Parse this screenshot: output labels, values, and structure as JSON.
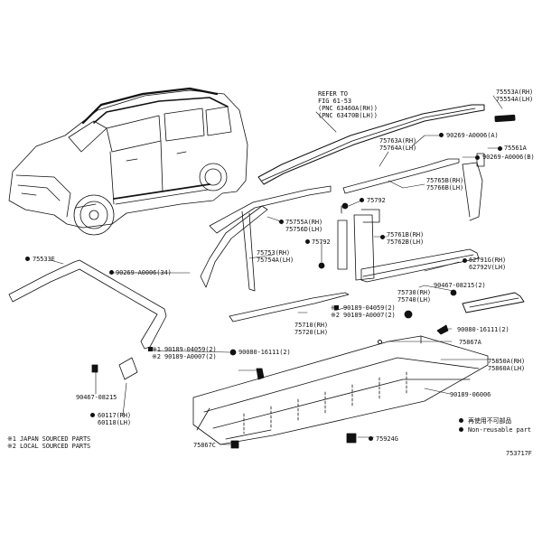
{
  "refer": {
    "line1": "REFER TO",
    "line2": "FIG 61-53",
    "line3": "(PNC 63460A(RH))",
    "line4": "(PNC 63470B(LH))"
  },
  "parts": {
    "p75553a": "75553A(RH)",
    "p75554a": "75554A(LH)",
    "p90269_a0006a": "90269-A0006(A)",
    "p75561a": "75561A",
    "p90269_a0006b": "90269-A0006(B)",
    "p75763a": "75763A(RH)",
    "p75764a": "75764A(LH)",
    "p75765b": "75765B(RH)",
    "p75766b": "75766B(LH)",
    "p75792a": "75792",
    "p75755a": "75755A(RH)",
    "p75756d": "75756D(LH)",
    "p75792b": "75792",
    "p75761b": "75761B(RH)",
    "p75762b": "75762B(LH)",
    "p75753": "75753(RH)",
    "p75754a": "75754A(LH)",
    "p90269_a0006_34": "90269-A0006(34)",
    "p75533e": "75533E",
    "p62791g": "62791G(RH)",
    "p62792v": "62792V(LH)",
    "p90467_08215a": "90467-08215(2)",
    "p75730": "75730(RH)",
    "p75740": "75740(LH)",
    "p90189_04059a": "※1 90189-04059(2)",
    "p90189_a0007a": "※2 90189-A0007(2)",
    "p75710": "75710(RH)",
    "p75720": "75720(LH)",
    "p90080_16111a": "90080-16111(2)",
    "p75867a": "75867A",
    "p90189_04059b": "※1 90189-04059(2)",
    "p90189_a0007b": "※2 90189-A0007(2)",
    "p90080_16111b": "90080-16111(2)",
    "p75850a": "75850A(RH)",
    "p75860a": "75860A(LH)",
    "p90189_06006": "90189-06006",
    "p90467_08215b": "90467-08215",
    "p60117": "60117(RH)",
    "p60118": "60118(LH)",
    "p75867c": "75867C",
    "p75924g": "75924G"
  },
  "notes": {
    "japan": "※1 JAPAN SOURCED PARTS",
    "local": "※2 LOCAL SOURCED PARTS"
  },
  "legend": {
    "noreuse_jp": "再使用不可部品",
    "noreuse_en": "Non-reusable part"
  },
  "figure_code": "753717F"
}
